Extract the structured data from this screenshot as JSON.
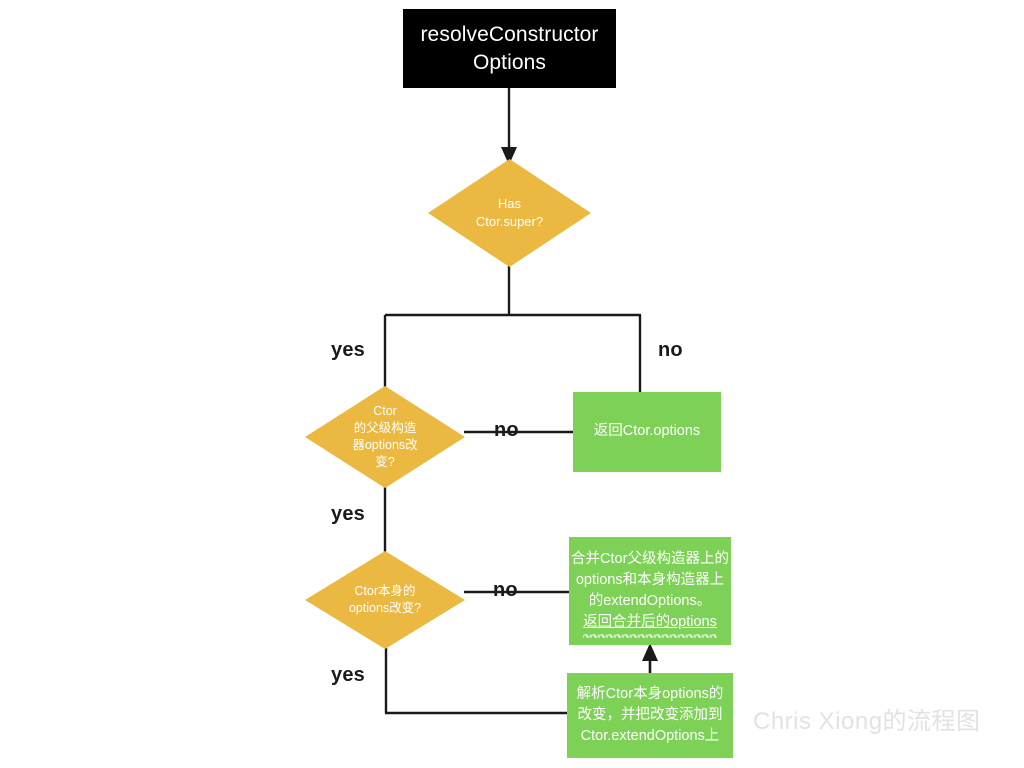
{
  "diagram": {
    "title_node": {
      "label": "resolveConstructor Options",
      "line1": "resolveConstructor",
      "line2": "Options"
    },
    "nodes": {
      "start": "resolveConstructorOptions",
      "decision_has_super": {
        "line1": "Has",
        "line2": "Ctor.super?"
      },
      "decision_parent_options_changed": {
        "line1": "Ctor",
        "line2": "的父级构造",
        "line3": "器options改",
        "line4": "变?"
      },
      "decision_self_options_changed": {
        "line1": "Ctor本身的",
        "line2": "options改变?"
      },
      "return_ctor_options": "返回Ctor.options",
      "merge_options": {
        "line1": "合并Ctor父级构造器上的",
        "line2": "options和本身构造器上",
        "line3": "的extendOptions。",
        "line4": "返回合并后的options"
      },
      "resolve_modified_options": {
        "line1": "解析Ctor本身options的",
        "line2": "改变，并把改变添加到",
        "line3": "Ctor.extendOptions上"
      }
    },
    "edge_labels": {
      "has_super_yes": "yes",
      "has_super_no": "no",
      "parent_changed_no": "no",
      "parent_changed_yes": "yes",
      "self_changed_no": "no",
      "self_changed_yes": "yes"
    },
    "watermark": "Chris Xiong的流程图",
    "colors": {
      "start_fill": "#000000",
      "decision_fill": "#EBB841",
      "process_fill": "#7ED157",
      "edge_stroke": "#1a1a1a",
      "node_text": "#ffffff",
      "watermark_text": "#e2e2e2"
    }
  }
}
